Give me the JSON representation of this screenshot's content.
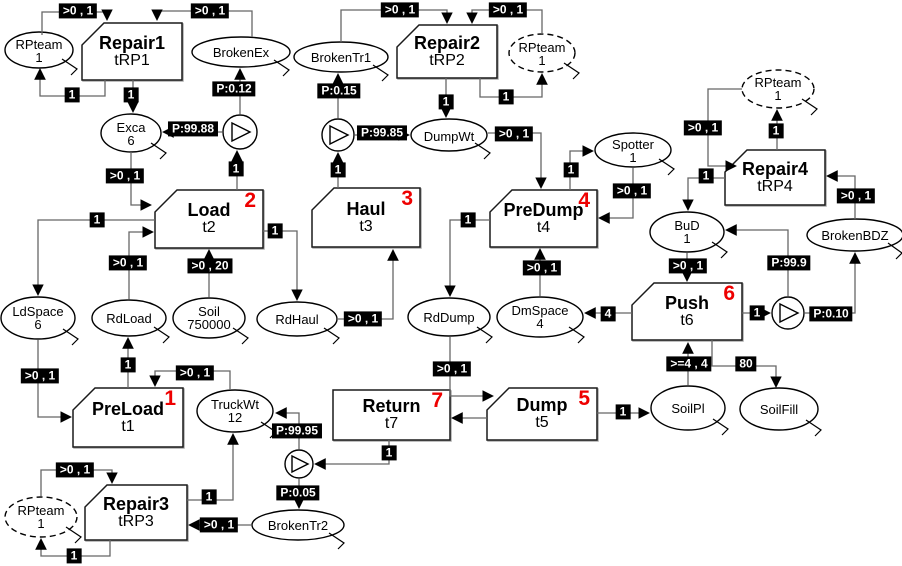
{
  "colors": {
    "activity_number": "#ee0000",
    "link_label_bg": "#000000",
    "link_label_text": "#ffffff",
    "line": "#666666",
    "shape_stroke": "#000000"
  },
  "diagram": {
    "activities": [
      {
        "id": "repair1",
        "name": "Repair1",
        "duration": "tRP1",
        "number": ""
      },
      {
        "id": "repair2",
        "name": "Repair2",
        "duration": "tRP2",
        "number": ""
      },
      {
        "id": "repair4",
        "name": "Repair4",
        "duration": "tRP4",
        "number": ""
      },
      {
        "id": "load",
        "name": "Load",
        "duration": "t2",
        "number": "2"
      },
      {
        "id": "haul",
        "name": "Haul",
        "duration": "t3",
        "number": "3"
      },
      {
        "id": "predump",
        "name": "PreDump",
        "duration": "t4",
        "number": "4"
      },
      {
        "id": "push",
        "name": "Push",
        "duration": "t6",
        "number": "6"
      },
      {
        "id": "preload",
        "name": "PreLoad",
        "duration": "t1",
        "number": "1"
      },
      {
        "id": "return",
        "name": "Return",
        "duration": "t7",
        "number": "7"
      },
      {
        "id": "dump",
        "name": "Dump",
        "duration": "t5",
        "number": "5"
      },
      {
        "id": "repair3",
        "name": "Repair3",
        "duration": "tRP3",
        "number": ""
      }
    ],
    "queues": [
      {
        "id": "rpteam1",
        "label": "RPteam",
        "count": "1"
      },
      {
        "id": "brokenex",
        "label": "BrokenEx",
        "count": ""
      },
      {
        "id": "exca",
        "label": "Exca",
        "count": "6"
      },
      {
        "id": "brokentr1",
        "label": "BrokenTr1",
        "count": ""
      },
      {
        "id": "rpteam2",
        "label": "RPteam",
        "count": "1"
      },
      {
        "id": "dumpwt",
        "label": "DumpWt",
        "count": ""
      },
      {
        "id": "spotter",
        "label": "Spotter",
        "count": "1"
      },
      {
        "id": "rpteam4",
        "label": "RPteam",
        "count": "1"
      },
      {
        "id": "bud",
        "label": "BuD",
        "count": "1"
      },
      {
        "id": "brokenbdz",
        "label": "BrokenBDZ",
        "count": ""
      },
      {
        "id": "ldspace",
        "label": "LdSpace",
        "count": "6"
      },
      {
        "id": "rdload",
        "label": "RdLoad",
        "count": ""
      },
      {
        "id": "soil",
        "label": "Soil",
        "count": "750000"
      },
      {
        "id": "rdhaul",
        "label": "RdHaul",
        "count": ""
      },
      {
        "id": "rddump",
        "label": "RdDump",
        "count": ""
      },
      {
        "id": "dmspace",
        "label": "DmSpace",
        "count": "4"
      },
      {
        "id": "soilpl",
        "label": "SoilPl",
        "count": ""
      },
      {
        "id": "soilfill",
        "label": "SoilFill",
        "count": ""
      },
      {
        "id": "truckwt",
        "label": "TruckWt",
        "count": "12"
      },
      {
        "id": "brokentr2",
        "label": "BrokenTr2",
        "count": ""
      },
      {
        "id": "rpteam3",
        "label": "RPteam",
        "count": "1"
      }
    ],
    "links": [
      {
        "from": "rpteam1",
        "to": "repair1",
        "label": ">0 , 1"
      },
      {
        "from": "repair1",
        "to": "rpteam1",
        "label": "1"
      },
      {
        "from": "brokenex",
        "to": "repair1",
        "label": ">0 , 1"
      },
      {
        "from": "fork1",
        "to": "brokenex",
        "label": "P:0.12"
      },
      {
        "from": "repair1",
        "to": "exca",
        "label": "1"
      },
      {
        "from": "fork1",
        "to": "exca",
        "label": "P:99.88"
      },
      {
        "from": "load",
        "to": "fork1",
        "label": "1"
      },
      {
        "from": "exca",
        "to": "load",
        "label": ">0 , 1"
      },
      {
        "from": "brokentr1",
        "to": "repair2",
        "label": ">0 , 1"
      },
      {
        "from": "rpteam2",
        "to": "repair2",
        "label": ">0 , 1"
      },
      {
        "from": "repair2",
        "to": "rpteam2",
        "label": "1"
      },
      {
        "from": "repair2",
        "to": "dumpwt",
        "label": "1"
      },
      {
        "from": "fork2",
        "to": "brokentr1",
        "label": "P:0.15"
      },
      {
        "from": "fork2",
        "to": "dumpwt",
        "label": "P:99.85"
      },
      {
        "from": "haul",
        "to": "fork2",
        "label": "1"
      },
      {
        "from": "dumpwt",
        "to": "predump",
        "label": ">0 , 1"
      },
      {
        "from": "predump",
        "to": "spotter",
        "label": "1"
      },
      {
        "from": "spotter",
        "to": "predump",
        "label": ">0 , 1"
      },
      {
        "from": "rpteam4",
        "to": "repair4",
        "label": ">0 , 1"
      },
      {
        "from": "repair4",
        "to": "rpteam4",
        "label": "1"
      },
      {
        "from": "repair4",
        "to": "bud",
        "label": "1"
      },
      {
        "from": "brokenbdz",
        "to": "repair4",
        "label": ">0 , 1"
      },
      {
        "from": "bud",
        "to": "push",
        "label": ">0 , 1"
      },
      {
        "from": "push",
        "to": "fork3",
        "label": "1"
      },
      {
        "from": "fork3",
        "to": "bud",
        "label": "P:99.9"
      },
      {
        "from": "fork3",
        "to": "brokenbdz",
        "label": "P:0.10"
      },
      {
        "from": "push",
        "to": "dmspace",
        "label": "4"
      },
      {
        "from": "soilpl",
        "to": "push",
        "label": ">=4 , 4"
      },
      {
        "from": "push",
        "to": "soilfill",
        "label": "80"
      },
      {
        "from": "dmspace",
        "to": "predump",
        "label": ">0 , 1"
      },
      {
        "from": "predump",
        "to": "rddump",
        "label": "1"
      },
      {
        "from": "rddump",
        "to": "dump",
        "label": ">0 , 1"
      },
      {
        "from": "dump",
        "to": "return",
        "label": ""
      },
      {
        "from": "dump",
        "to": "soilpl",
        "label": "1"
      },
      {
        "from": "return",
        "to": "fork4",
        "label": "1"
      },
      {
        "from": "fork4",
        "to": "truckwt",
        "label": "P:99.95"
      },
      {
        "from": "fork4",
        "to": "brokentr2",
        "label": "P:0.05"
      },
      {
        "from": "brokentr2",
        "to": "repair3",
        "label": ">0 , 1"
      },
      {
        "from": "repair3",
        "to": "truckwt",
        "label": "1"
      },
      {
        "from": "rpteam3",
        "to": "repair3",
        "label": ">0 , 1"
      },
      {
        "from": "repair3",
        "to": "rpteam3",
        "label": "1"
      },
      {
        "from": "truckwt",
        "to": "preload",
        "label": ">0 , 1"
      },
      {
        "from": "preload",
        "to": "rdload",
        "label": "1"
      },
      {
        "from": "ldspace",
        "to": "preload",
        "label": ">0 , 1"
      },
      {
        "from": "load",
        "to": "ldspace",
        "label": "1"
      },
      {
        "from": "rdload",
        "to": "load",
        "label": ">0 , 1"
      },
      {
        "from": "soil",
        "to": "load",
        "label": ">0 , 20"
      },
      {
        "from": "load",
        "to": "rdhaul",
        "label": "1"
      },
      {
        "from": "rdhaul",
        "to": "haul",
        "label": ">0 , 1"
      }
    ]
  }
}
